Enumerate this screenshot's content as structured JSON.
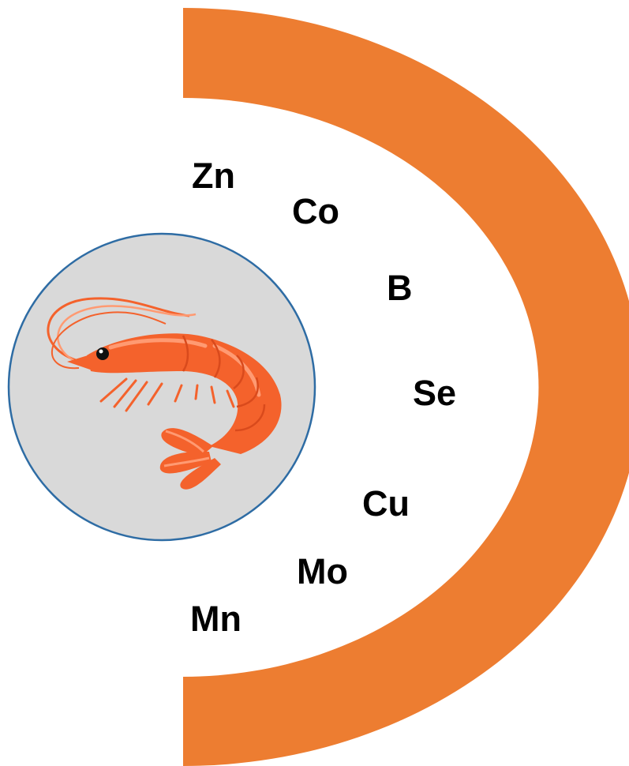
{
  "colors": {
    "arc": "#ed7d31",
    "circle_fill": "#d9d9d9",
    "circle_stroke": "#2e6ca4",
    "shrimp_body": "#f4622c",
    "shrimp_highlight": "#ff9a72",
    "text": "#000000"
  },
  "icons": {
    "center": "shrimp-icon"
  },
  "elements": [
    "Zn",
    "Co",
    "B",
    "Se",
    "Cu",
    "Mo",
    "Mn"
  ]
}
